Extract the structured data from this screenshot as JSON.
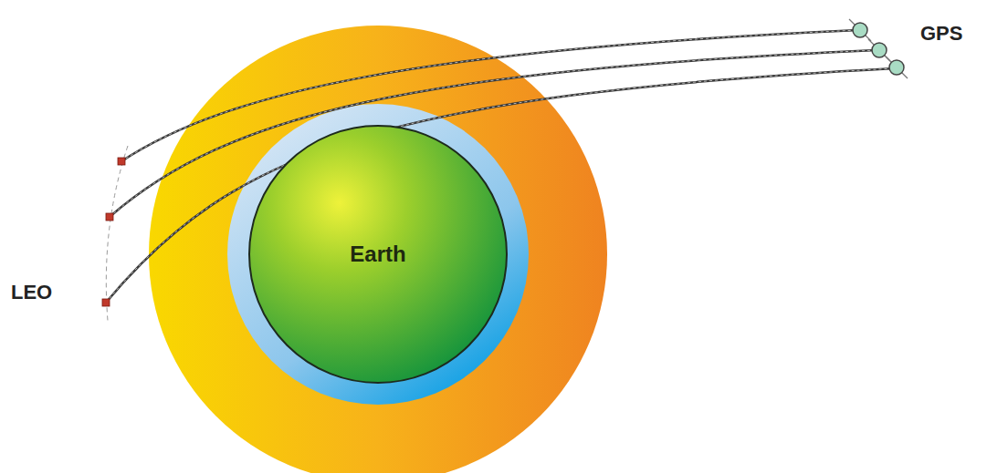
{
  "diagram": {
    "nodes": [
      {
        "text": [
          "Earth"
        ]
      }
    ],
    "labels": [
      "GPS",
      "LEO"
    ]
  }
}
